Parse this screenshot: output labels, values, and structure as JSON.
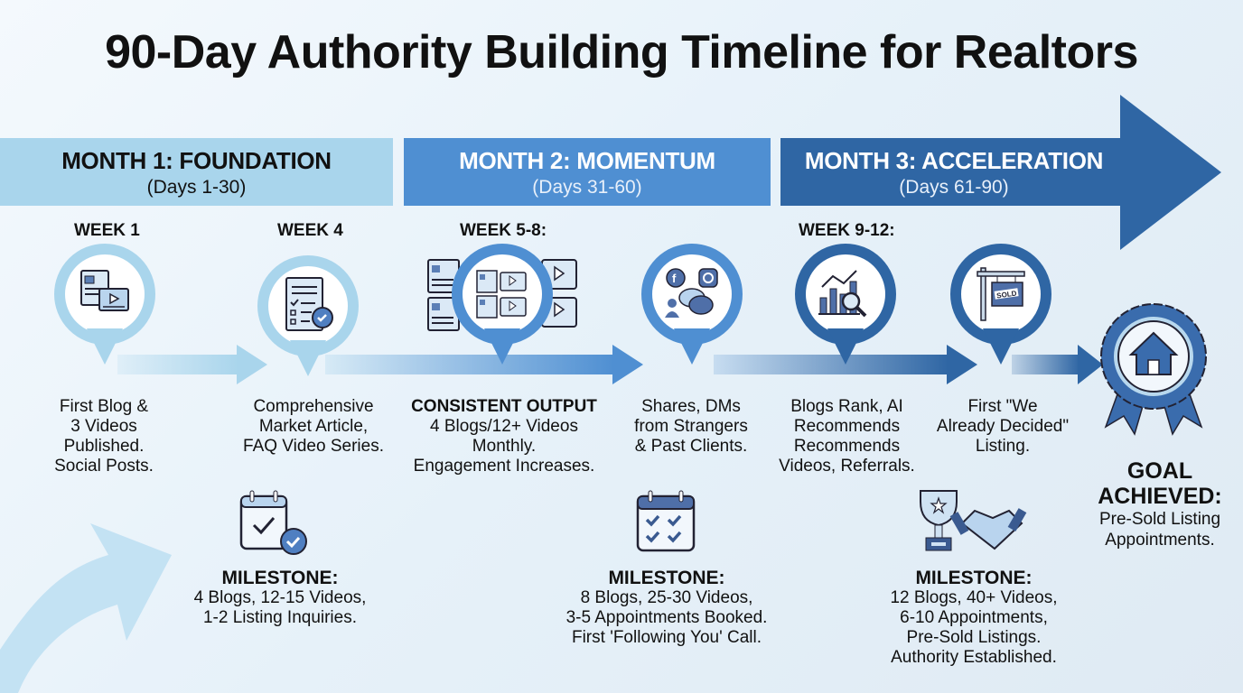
{
  "title": "90-Day Authority Building Timeline for Realtors",
  "months": [
    {
      "title": "MONTH 1: FOUNDATION",
      "days": "(Days 1-30)",
      "color": "#a9d5ec"
    },
    {
      "title": "MONTH 2: MOMENTUM",
      "days": "(Days 31-60)",
      "color": "#4f8fd2"
    },
    {
      "title": "MONTH 3: ACCELERATION",
      "days": "(Days 61-90)",
      "color": "#2f66a4"
    }
  ],
  "weeks": [
    {
      "label": "WEEK 1",
      "icon": "blog-video-icon",
      "desc": [
        "First Blog &",
        "3 Videos",
        "Published.",
        "Social Posts."
      ]
    },
    {
      "label": "WEEK 4",
      "icon": "checklist-document-icon",
      "desc": [
        "Comprehensive",
        "Market Article,",
        "FAQ Video Series."
      ]
    },
    {
      "label": "WEEK 5-8:",
      "icon": "content-grid-icon",
      "heading": "CONSISTENT OUTPUT",
      "desc": [
        "4 Blogs/12+ Videos",
        "Monthly.",
        "Engagement Increases."
      ]
    },
    {
      "label": "",
      "icon": "social-engagement-icon",
      "desc": [
        "Shares, DMs",
        "from Strangers",
        "& Past Clients."
      ]
    },
    {
      "label": "WEEK 9-12:",
      "icon": "analytics-search-icon",
      "desc": [
        "Blogs Rank, AI",
        "Recommends",
        "Recommends",
        "Videos, Referrals."
      ]
    },
    {
      "label": "",
      "icon": "sold-sign-icon",
      "desc": [
        "First \"We",
        "Already Decided\"",
        "Listing."
      ]
    }
  ],
  "milestones": [
    {
      "heading": "MILESTONE:",
      "icon": "calendar-check-icon",
      "lines": [
        "4 Blogs, 12-15 Videos,",
        "1-2 Listing Inquiries."
      ]
    },
    {
      "heading": "MILESTONE:",
      "icon": "calendar-checks-icon",
      "lines": [
        "8 Blogs, 25-30 Videos,",
        "3-5 Appointments Booked.",
        "First 'Following You' Call."
      ]
    },
    {
      "heading": "MILESTONE:",
      "icon": "trophy-handshake-icon",
      "lines": [
        "12 Blogs, 40+ Videos,",
        "6-10 Appointments,",
        "Pre-Sold Listings.",
        "Authority Established."
      ]
    }
  ],
  "goal": {
    "heading1": "GOAL",
    "heading2": "ACHIEVED:",
    "lines": [
      "Pre-Sold Listing",
      "Appointments."
    ],
    "icon": "house-badge-icon"
  }
}
